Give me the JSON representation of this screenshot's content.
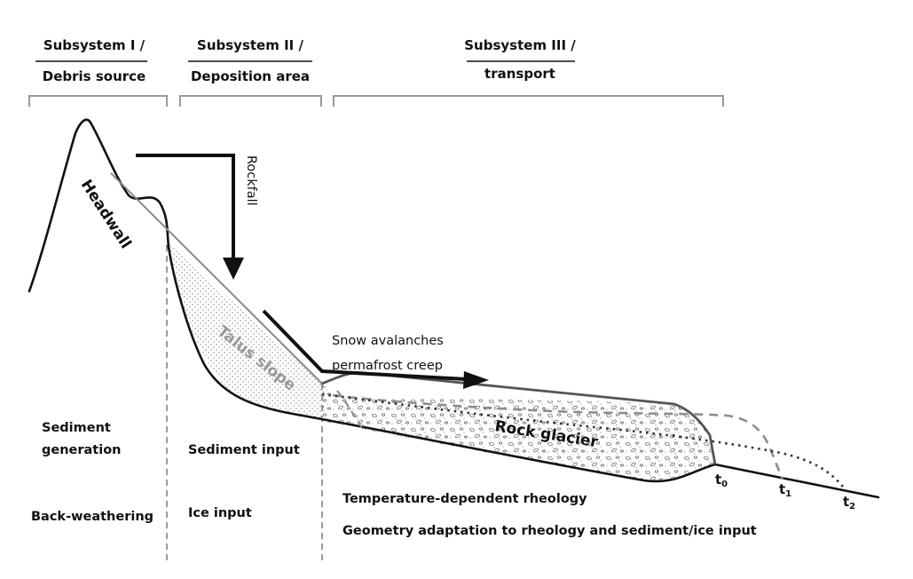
{
  "headers": {
    "sub1_line1": "Subsystem I /",
    "sub1_line2": "Debris source",
    "sub2_line1": "Subsystem II /",
    "sub2_line2": "Deposition area",
    "sub3_line1": "Subsystem III /",
    "sub3_line2": "transport"
  },
  "landforms": {
    "headwall": "Headwall",
    "talus": "Talus slope",
    "rock_glacier": "Rock glacier"
  },
  "arrows": {
    "rockfall": "Rockfall",
    "process_line1": "Snow avalanches",
    "process_line2": "permafrost creep"
  },
  "time_markers": [
    {
      "base": "t",
      "sub": "0"
    },
    {
      "base": "t",
      "sub": "1"
    },
    {
      "base": "t",
      "sub": "2"
    }
  ],
  "processes": {
    "sediment_generation_line1": "Sediment",
    "sediment_generation_line2": "generation",
    "back_weathering": "Back-weathering",
    "sediment_input": "Sediment  input",
    "ice_input": "Ice input",
    "rheology": "Temperature-dependent rheology",
    "geometry": "Geometry adaptation to rheology and sediment/ice input"
  },
  "colors": {
    "outline": "#111111",
    "grey": "#8a8a8a",
    "dashed_grey": "#8c8c8c",
    "dotted": "#333333"
  }
}
